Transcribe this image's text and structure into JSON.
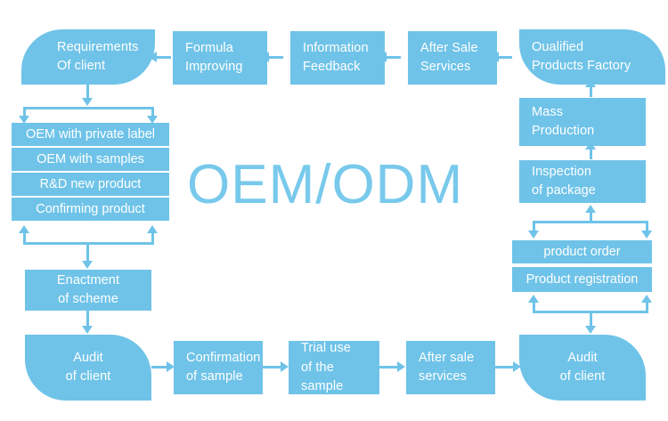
{
  "diagram": {
    "title": "OEM/ODM",
    "colors": {
      "box_fill": "#6FC3E8",
      "box_text": "#FFFFFF",
      "connector": "#6FC3E8",
      "title_text": "#78C9EC",
      "background": "#FFFFFF"
    },
    "top_row": [
      {
        "id": "requirements-of-client",
        "label": "Requirements\nOf client",
        "shape": "leaf-rounded-top-left"
      },
      {
        "id": "formula-improving",
        "label": "Formula\nImproving",
        "shape": "rectangle"
      },
      {
        "id": "information-feedback",
        "label": "Information\nFeedback",
        "shape": "rectangle"
      },
      {
        "id": "after-sale-services-top",
        "label": "After Sale\nServices",
        "shape": "rectangle"
      },
      {
        "id": "qualified-products-factory",
        "label": "Oualified\nProducts Factory",
        "shape": "leaf-rounded-top-right"
      }
    ],
    "left_list": [
      {
        "id": "oem-with-private-label",
        "label": "OEM with private label"
      },
      {
        "id": "oem-with-samples",
        "label": "OEM with samples"
      },
      {
        "id": "rd-new-product",
        "label": "R&D new product"
      },
      {
        "id": "confirming-product",
        "label": "Confirming product"
      }
    ],
    "left_column": [
      {
        "id": "enactment-of-scheme",
        "label": "Enactment\nof scheme",
        "shape": "rectangle"
      },
      {
        "id": "audit-of-client-left",
        "label": "Audit\nof client",
        "shape": "leaf-rounded-top-right"
      }
    ],
    "right_column": [
      {
        "id": "mass-production",
        "label": "Mass\nProduction",
        "shape": "rectangle"
      },
      {
        "id": "inspection-of-package",
        "label": "Inspection\nof package",
        "shape": "rectangle"
      },
      {
        "id": "product-order",
        "label": "product order",
        "shape": "rectangle"
      },
      {
        "id": "product-registration",
        "label": "Product registration",
        "shape": "rectangle"
      }
    ],
    "bottom_row": [
      {
        "id": "confirmation-of-sample",
        "label": "Confirmation\nof sample",
        "shape": "rectangle"
      },
      {
        "id": "trial-use-of-the-sample",
        "label": "Trial use\nof the sample",
        "shape": "rectangle"
      },
      {
        "id": "after-sale-services-bottom",
        "label": "After sale\nservices",
        "shape": "rectangle"
      },
      {
        "id": "audit-of-client-right",
        "label": "Audit\nof client",
        "shape": "leaf-rounded-top-right"
      }
    ],
    "flow_edges": [
      "qualified-products-factory -> after-sale-services-top",
      "after-sale-services-top -> information-feedback",
      "information-feedback -> formula-improving",
      "formula-improving -> requirements-of-client",
      "requirements-of-client -> left-list (fork)",
      "left-list -> enactment-of-scheme (merge)",
      "enactment-of-scheme -> audit-of-client-left",
      "audit-of-client-left -> confirmation-of-sample",
      "confirmation-of-sample -> trial-use-of-the-sample",
      "trial-use-of-the-sample -> after-sale-services-bottom",
      "after-sale-services-bottom -> audit-of-client-right",
      "audit-of-client-right -> product-registration (fork)",
      "product-order -> inspection-of-package (merge)",
      "inspection-of-package -> mass-production",
      "mass-production -> qualified-products-factory"
    ]
  }
}
